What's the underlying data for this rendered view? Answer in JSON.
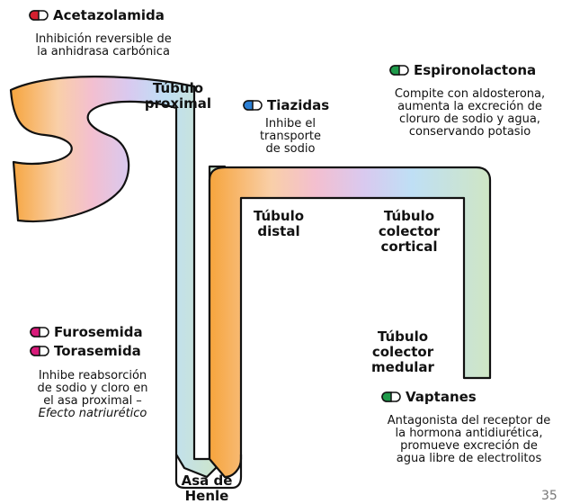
{
  "drugs": {
    "acetazolamida": {
      "name": "Acetazolamida",
      "desc": [
        "Inhibición reversible de",
        "la anhidrasa carbónica"
      ],
      "color": "#d4202f"
    },
    "tiazidas": {
      "name": "Tiazidas",
      "desc": [
        "Inhibe el",
        "transporte",
        "de sodio"
      ],
      "color": "#2b7fd4"
    },
    "espironolactona": {
      "name": "Espironolactona",
      "desc": [
        "Compite con aldosterona,",
        "aumenta la excreción de",
        "cloruro de sodio y agua,",
        "conservando potasio"
      ],
      "color": "#1e9a4a"
    },
    "furosemida": {
      "name": "Furosemida",
      "color": "#d81b7a"
    },
    "torasemida": {
      "name": "Torasemida",
      "color": "#d81b7a"
    },
    "furo_desc": [
      "Inhibe reabsorción",
      "de sodio y cloro en",
      "el asa proximal –",
      "Efecto natriurético"
    ],
    "vaptanes": {
      "name": "Vaptanes",
      "desc": [
        "Antagonista del receptor de",
        "la hormona antidiurética,",
        "promueve excreción de",
        "agua libre de electrolitos"
      ],
      "color": "#1e9a4a"
    }
  },
  "segments": {
    "proximal": [
      "Túbulo",
      "proximal"
    ],
    "distal": [
      "Túbulo",
      "distal"
    ],
    "cortical": [
      "Túbulo",
      "colector",
      "cortical"
    ],
    "medular": [
      "Túbulo",
      "colector",
      "medular"
    ],
    "henle": [
      "Asa de",
      "Henle"
    ]
  },
  "page_number": "35",
  "colors": {
    "tubule_orange": "#f6a43c",
    "tubule_peach": "#f9cfa8",
    "tubule_pink": "#f3bfd0",
    "tubule_lavender": "#e2c6ea",
    "tubule_blue": "#bfdff5",
    "tubule_green": "#cfe6c4",
    "outline": "#111111"
  }
}
